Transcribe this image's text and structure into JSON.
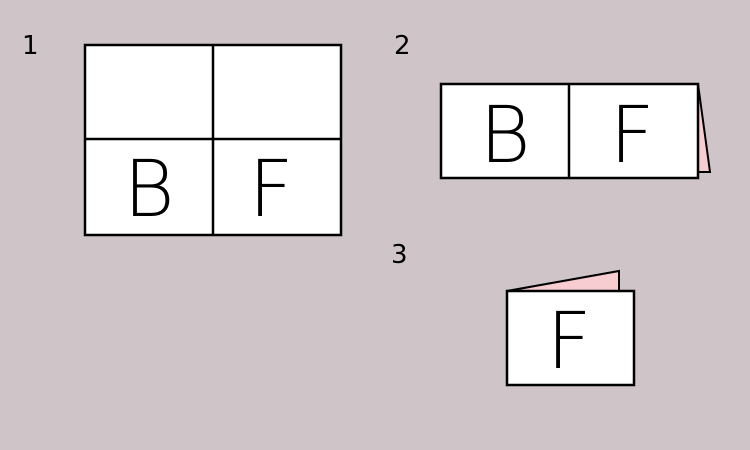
{
  "steps": [
    {
      "number": "1",
      "panel_letters": [
        "",
        "",
        "B",
        "F"
      ]
    },
    {
      "number": "2",
      "panel_letters": [
        "B",
        "F"
      ]
    },
    {
      "number": "3",
      "panel_letters": [
        "F"
      ]
    }
  ],
  "colors": {
    "background": "#cfc5c9",
    "paper": "#ffffff",
    "fold_back": "#f7cdd1",
    "stroke": "#000000"
  }
}
